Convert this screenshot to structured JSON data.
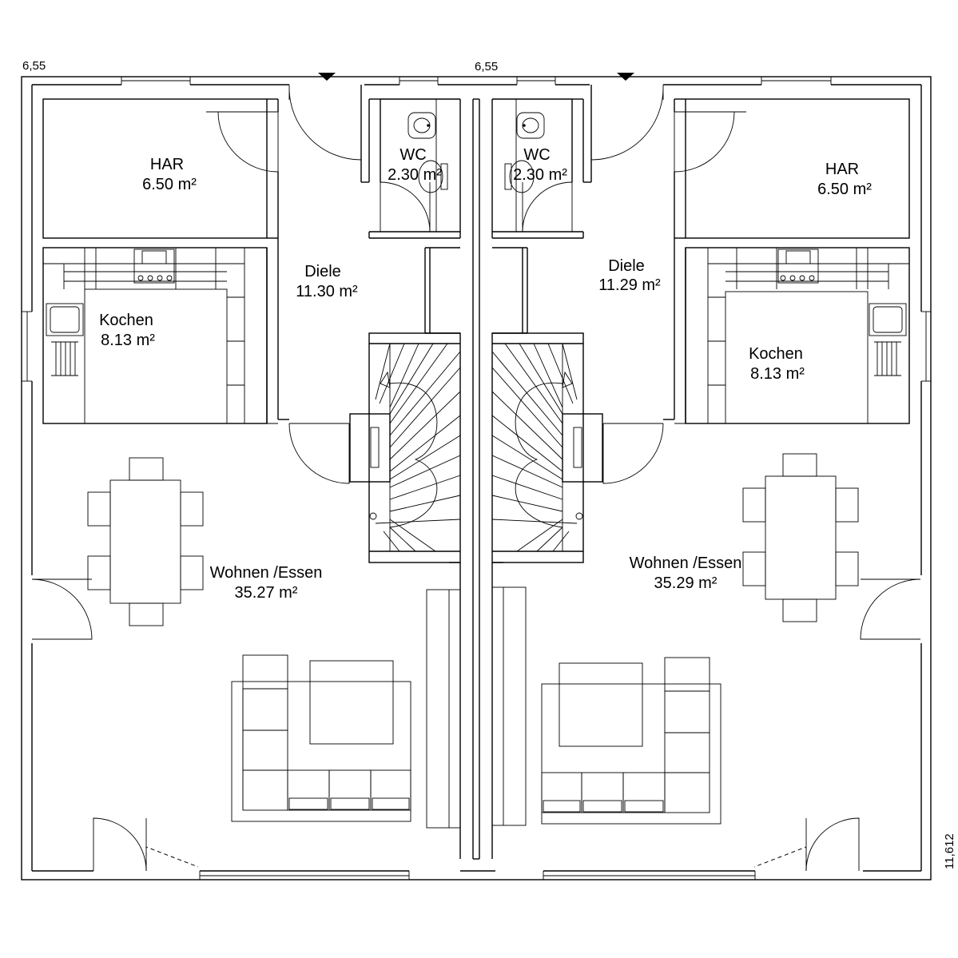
{
  "dimensions": {
    "left_width": "6,55",
    "right_width": "6,55",
    "depth": "11,612"
  },
  "rooms": {
    "left": {
      "har": {
        "name": "HAR",
        "area": "6.50 m²"
      },
      "wc": {
        "name": "WC",
        "area": "2.30 m²"
      },
      "diele": {
        "name": "Diele",
        "area": "11.30 m²"
      },
      "kochen": {
        "name": "Kochen",
        "area": "8.13 m²"
      },
      "wohnen": {
        "name": "Wohnen /Essen",
        "area": "35.27 m²"
      }
    },
    "right": {
      "har": {
        "name": "HAR",
        "area": "6.50 m²"
      },
      "wc": {
        "name": "WC",
        "area": "2.30 m²"
      },
      "diele": {
        "name": "Diele",
        "area": "11.29 m²"
      },
      "kochen": {
        "name": "Kochen",
        "area": "8.13 m²"
      },
      "wohnen": {
        "name": "Wohnen /Essen",
        "area": "35.29 m²"
      }
    }
  },
  "icons": [
    "entrance-marker-icon",
    "door-swing-icon",
    "stair-icon",
    "table-icon",
    "chair-icon",
    "sofa-icon",
    "toilet-icon",
    "sink-icon",
    "stove-icon"
  ]
}
